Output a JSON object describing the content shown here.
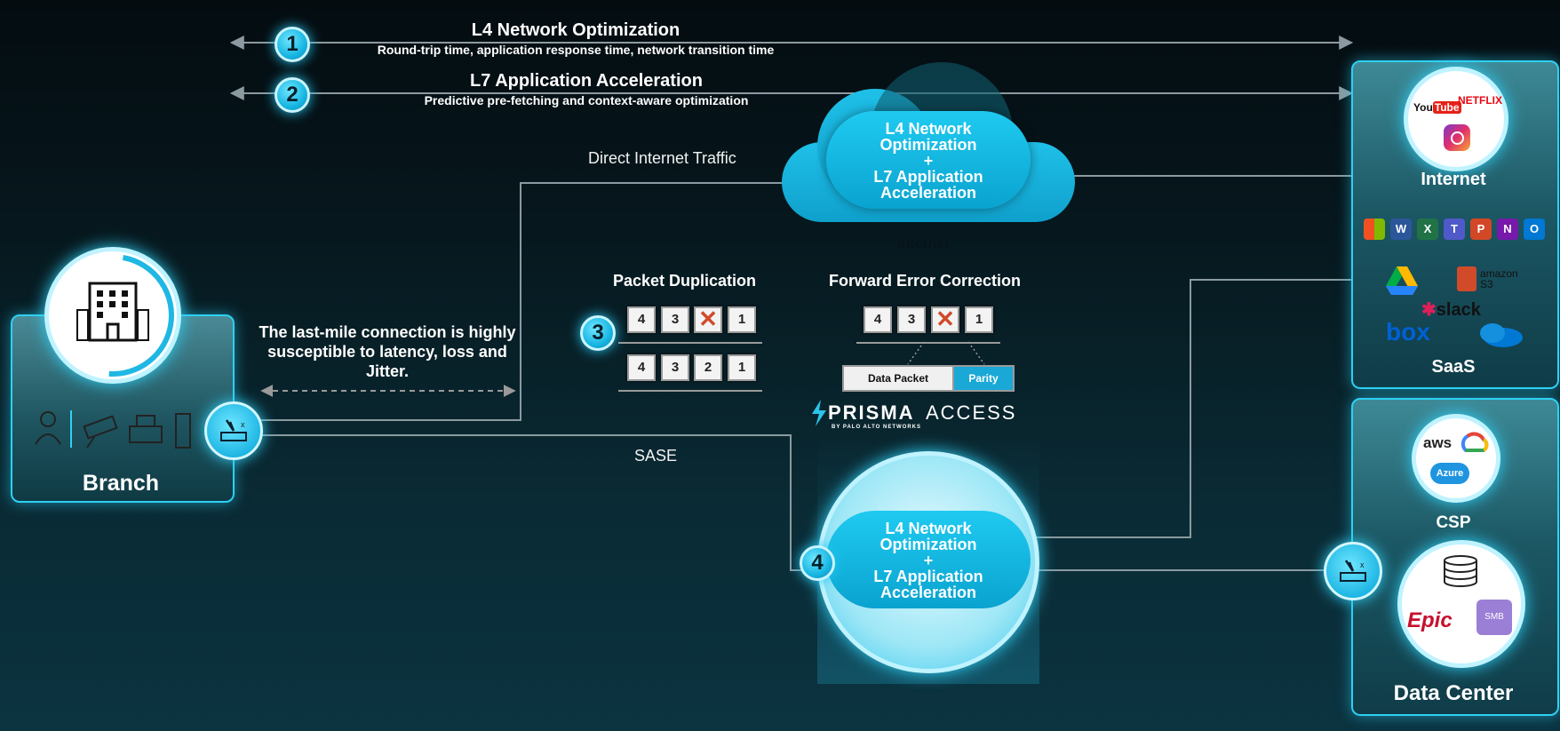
{
  "header": {
    "row1": {
      "num": "1",
      "title": "L4 Network Optimization",
      "subtitle": "Round-trip time, application response time, network transition time"
    },
    "row2": {
      "num": "2",
      "title": "L7 Application Acceleration",
      "subtitle": "Predictive pre-fetching and context-aware optimization"
    }
  },
  "labels": {
    "direct_internet": "Direct Internet Traffic",
    "sase": "SASE",
    "last_mile": "The last-mile connection is highly susceptible to latency, loss and Jitter.",
    "internet_under_cloud": "Internet"
  },
  "cloud": {
    "line1": "L4 Network",
    "line2": "Optimization",
    "line3": "+",
    "line4": "L7 Application",
    "line5": "Acceleration"
  },
  "prisma_node": {
    "num": "4",
    "line1": "L4 Network",
    "line2": "Optimization",
    "line3": "+",
    "line4": "L7 Application",
    "line5": "Acceleration"
  },
  "prisma_logo": {
    "name": "PRISMA",
    "suffix": "ACCESS",
    "tagline": "BY PALO ALTO NETWORKS"
  },
  "packet_dup": {
    "num": "3",
    "title": "Packet Duplication",
    "row1": [
      "4",
      "3",
      "✕",
      "1"
    ],
    "row2": [
      "4",
      "3",
      "2",
      "1"
    ]
  },
  "fec": {
    "title": "Forward Error Correction",
    "row1": [
      "4",
      "3",
      "✕",
      "1"
    ],
    "data_packet": "Data Packet",
    "parity": "Parity"
  },
  "branch": {
    "title": "Branch"
  },
  "right": {
    "internet_title": "Internet",
    "internet_logos": {
      "youtube_you": "You",
      "youtube_tube": "Tube",
      "netflix": "NETFLIX"
    },
    "saas_title": "SaaS",
    "saas_logos": {
      "amazon": "amazon",
      "s3": "S3",
      "slack": "slack",
      "box": "box"
    },
    "office_icons": [
      "W",
      "X",
      "T",
      "P",
      "N",
      "O"
    ],
    "csp_title": "CSP",
    "csp_logos": {
      "aws": "aws",
      "azure": "Azure"
    },
    "dc_title": "Data Center",
    "dc_logos": {
      "epic": "Epic",
      "smb": "SMB"
    }
  },
  "colors": {
    "accent": "#1fc0e8",
    "lost": "#d04a2a",
    "parity": "#1aa8d6"
  }
}
